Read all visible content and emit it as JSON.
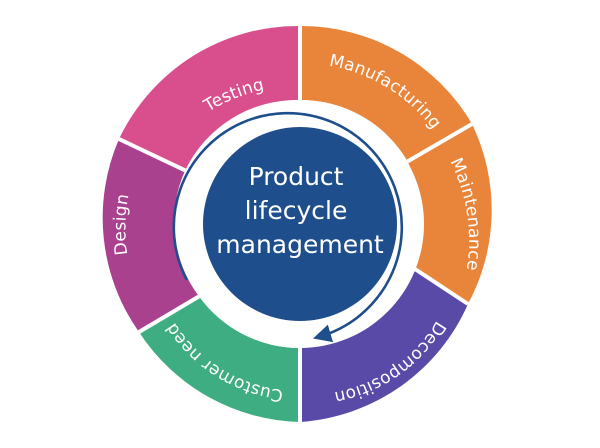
{
  "center": {
    "lines": [
      "Product",
      "lifecycle",
      "management"
    ],
    "color": "#1f4e8c"
  },
  "cycle_arrow_color": "#1f4e8c",
  "segments": [
    {
      "label": "Testing",
      "color": "#d94f8e"
    },
    {
      "label": "Manufacturing",
      "color": "#e8853a"
    },
    {
      "label": "Maintenance",
      "color": "#e8853a"
    },
    {
      "label": "Decomposition",
      "color": "#5a4aa8"
    },
    {
      "label": "Customer need",
      "color": "#3fad82"
    },
    {
      "label": "Design",
      "color": "#a9418f"
    }
  ]
}
